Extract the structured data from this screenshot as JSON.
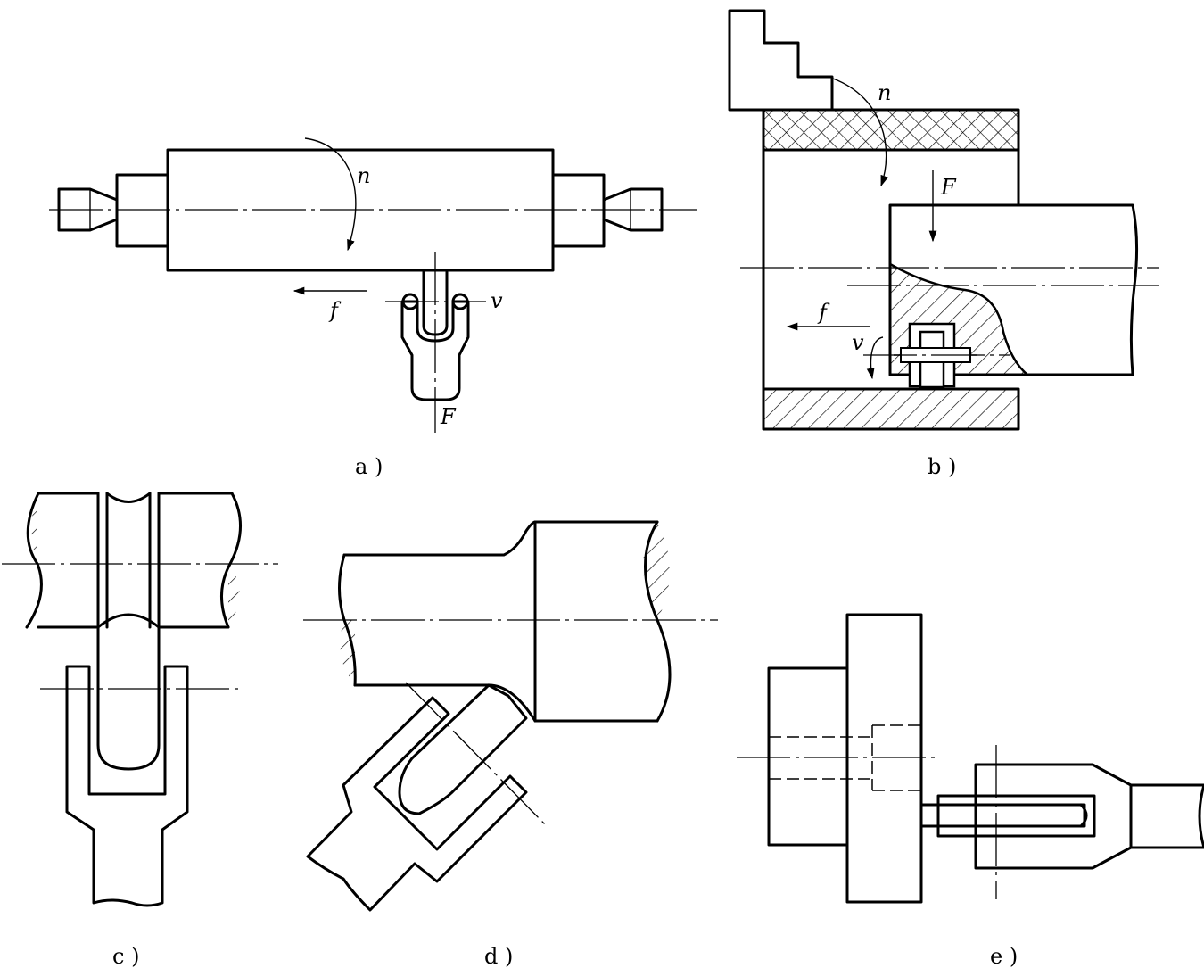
{
  "symbols": {
    "rotation": "n",
    "force": "F",
    "feed": "f",
    "velocity": "v"
  },
  "captions": {
    "a": "a )",
    "b": "b )",
    "c": "c )",
    "d": "d )",
    "e": "e )"
  }
}
